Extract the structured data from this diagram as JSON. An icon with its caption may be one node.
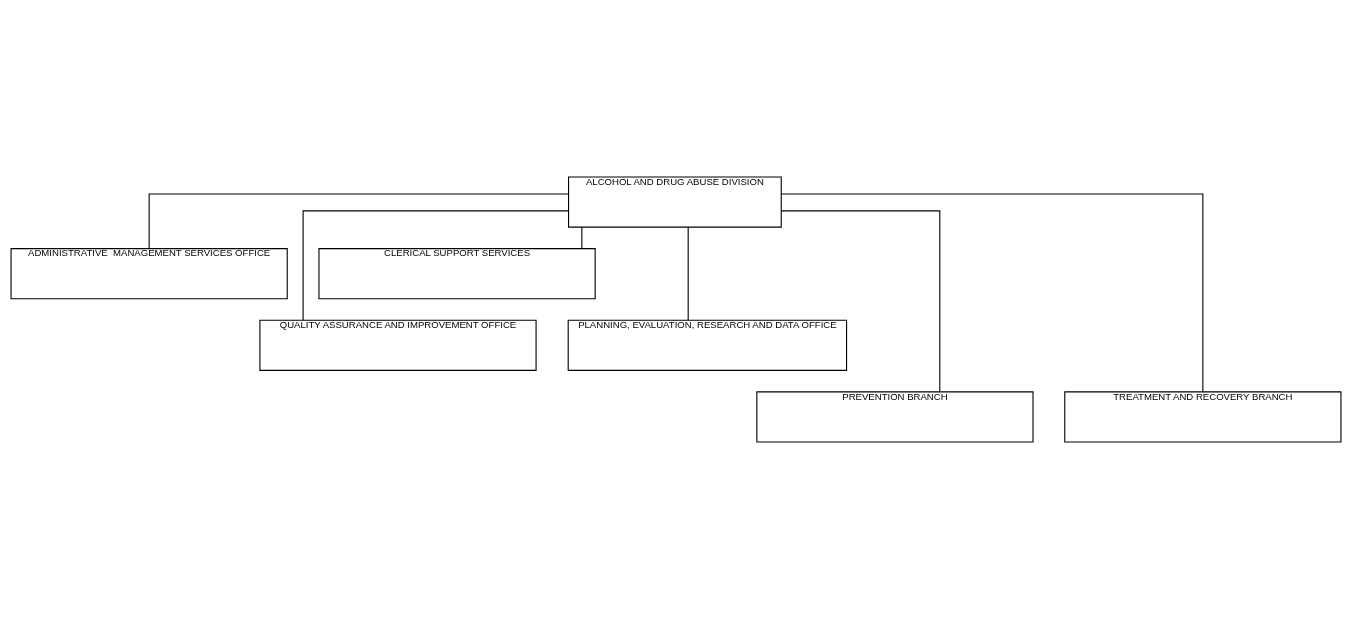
{
  "diagram": {
    "nodes": [
      {
        "text": [
          "ALCOHOL AND DRUG ABUSE DIVISION"
        ]
      },
      {
        "text": [
          "ADMINISTRATIVE  MANAGEMENT SERVICES OFFICE"
        ]
      },
      {
        "text": [
          "CLERICAL SUPPORT SERVICES"
        ]
      },
      {
        "text": [
          "QUALITY ASSURANCE AND IMPROVEMENT OFFICE"
        ]
      },
      {
        "text": [
          "PLANNING, EVALUATION, RESEARCH AND DATA OFFICE"
        ]
      },
      {
        "text": [
          "PREVENTION BRANCH"
        ]
      },
      {
        "text": [
          "TREATMENT AND RECOVERY BRANCH"
        ]
      }
    ],
    "edges": [
      {
        "from": 0,
        "to": 1,
        "arrow": "none"
      },
      {
        "from": 0,
        "to": 2,
        "arrow": "none"
      },
      {
        "from": 0,
        "to": 3,
        "arrow": "none"
      },
      {
        "from": 0,
        "to": 4,
        "arrow": "none"
      },
      {
        "from": 0,
        "to": 5,
        "arrow": "none"
      },
      {
        "from": 0,
        "to": 6,
        "arrow": "none"
      }
    ]
  }
}
